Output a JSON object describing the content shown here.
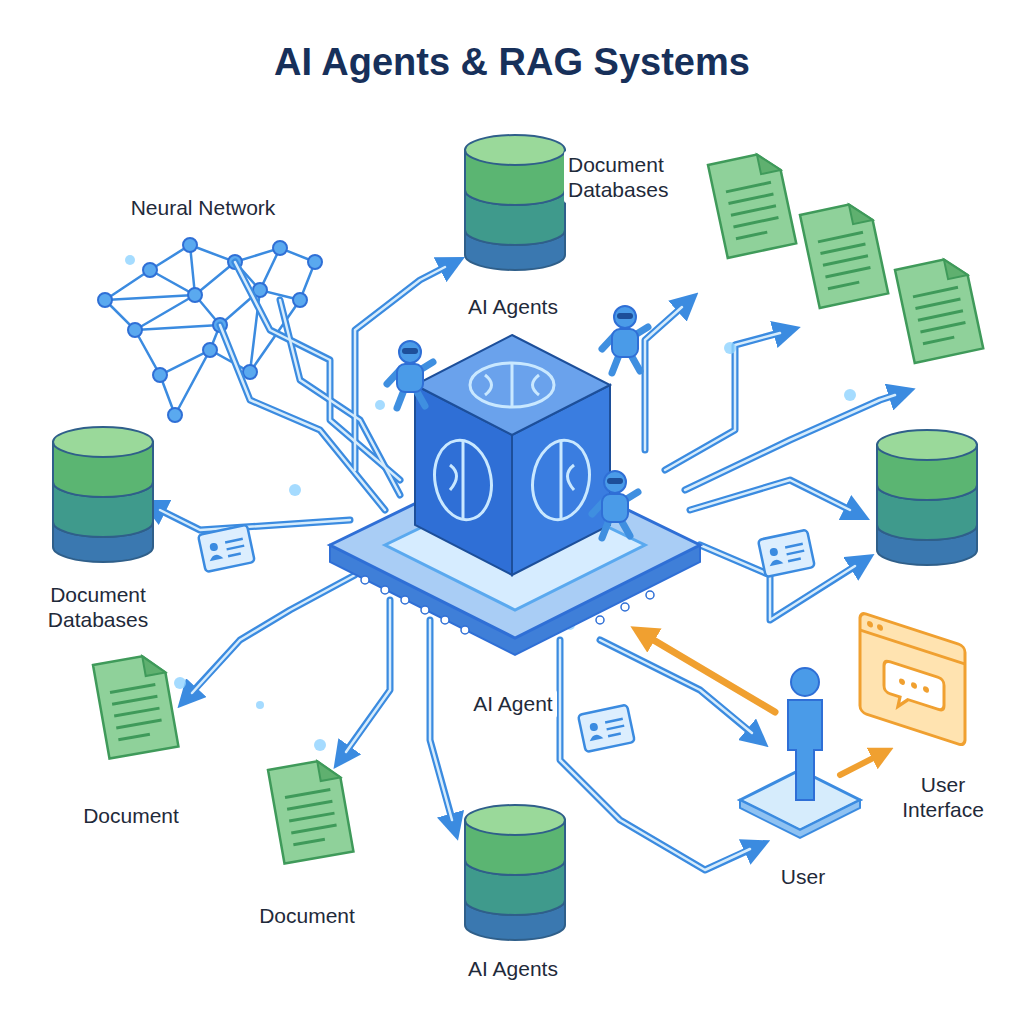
{
  "diagram": {
    "title": "AI Agents & RAG Systems",
    "labels": [
      "Neural Network",
      "Document Databases",
      "AI Agents",
      "Document Databases",
      "Document",
      "AI Agent",
      "User Interface",
      "Document",
      "User",
      "AI Agents"
    ]
  }
}
